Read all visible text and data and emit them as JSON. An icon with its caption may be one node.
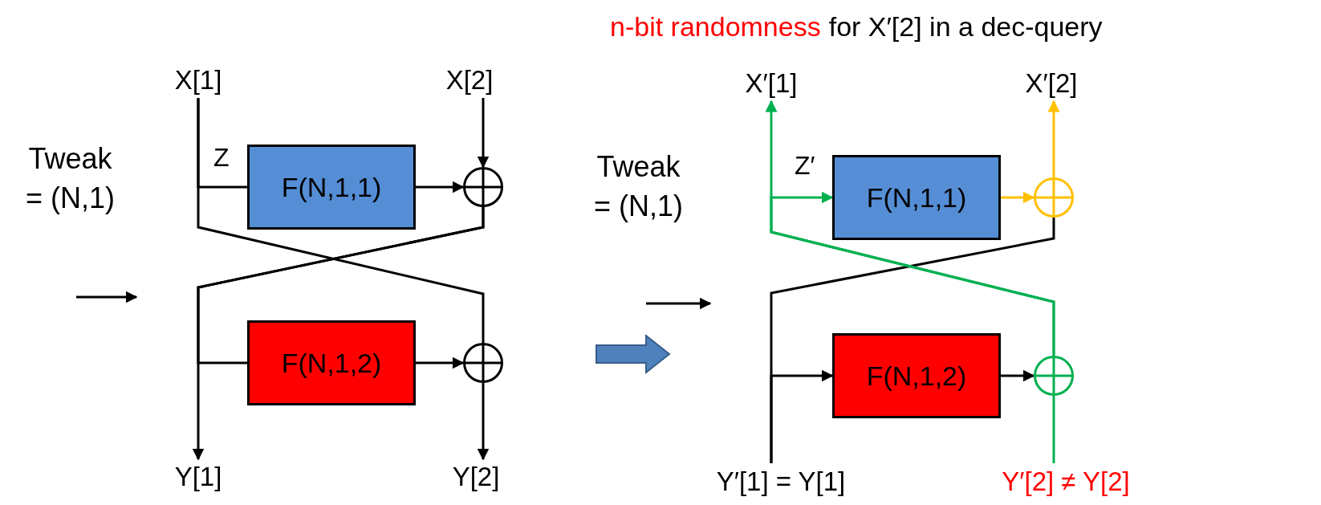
{
  "diagram": {
    "nodes": [
      {
        "text": [
          "X[1]"
        ]
      },
      {
        "text": [
          "X[2]"
        ]
      },
      {
        "text": [
          "Tweak = (N,1)"
        ]
      },
      {
        "text": [
          "F(N,1,1)"
        ]
      },
      {
        "text": [],
        "shape": "circle"
      },
      {
        "text": [
          "F(N,1,2)"
        ]
      },
      {
        "text": [],
        "shape": "circle"
      },
      {
        "text": [
          "Y[1]"
        ]
      },
      {
        "text": [
          "Y[2]"
        ]
      },
      {
        "text": [
          "X′[1]"
        ]
      },
      {
        "text": [
          "X′[2]"
        ]
      },
      {
        "text": [
          "Tweak = (N,1)"
        ]
      },
      {
        "text": [
          "F(N,1,1)"
        ]
      },
      {
        "text": [],
        "shape": "circle"
      },
      {
        "text": [
          "F(N,1,2)"
        ]
      },
      {
        "text": [],
        "shape": "circle"
      },
      {
        "text": [
          "Y′[1] = Y[1]"
        ]
      },
      {
        "text": [
          "Y′[2] ≠ Y[2]"
        ]
      }
    ],
    "edges": [
      {
        "from": 0,
        "to": 3,
        "arrow": "none"
      },
      {
        "from": 0,
        "to": 6,
        "arrow": "none"
      },
      {
        "from": 1,
        "to": 4,
        "arrow": "to"
      },
      {
        "from": 3,
        "to": 4,
        "arrow": "to"
      },
      {
        "from": 4,
        "to": 5,
        "arrow": "none"
      },
      {
        "from": 4,
        "to": 7,
        "arrow": "to"
      },
      {
        "from": 5,
        "to": 6,
        "arrow": "to"
      },
      {
        "from": 6,
        "to": 8,
        "arrow": "to"
      },
      {
        "from": 16,
        "to": 14,
        "arrow": "to"
      },
      {
        "from": 16,
        "to": 13,
        "arrow": "none"
      },
      {
        "from": 14,
        "to": 15,
        "arrow": "to"
      },
      {
        "from": 17,
        "to": 15,
        "arrow": "none",
        "color": "#00b050"
      },
      {
        "from": 15,
        "to": 9,
        "arrow": "to",
        "color": "#00b050"
      },
      {
        "from": 15,
        "to": 12,
        "arrow": "to",
        "color": "#00b050"
      },
      {
        "from": 12,
        "to": 13,
        "arrow": "to",
        "color": "#ffc000"
      },
      {
        "from": 13,
        "to": 10,
        "arrow": "to",
        "color": "#ffc000"
      }
    ],
    "labels": [
      "n-bit randomness",
      "for X′[2] in a dec-query",
      "Z",
      "Z′"
    ]
  }
}
